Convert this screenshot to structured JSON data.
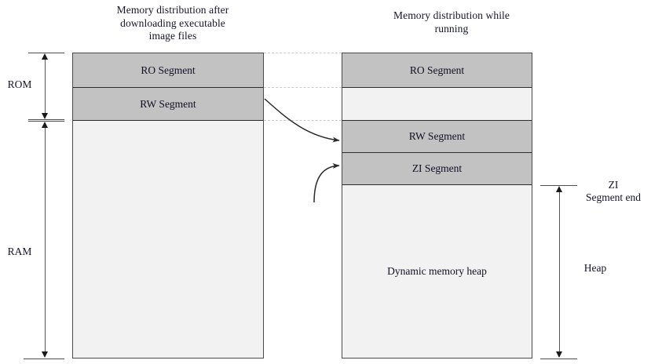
{
  "diagrams": {
    "left": {
      "title": "Memory distribution after downloading executable image files",
      "title_lines": [
        "Memory distribution after",
        "downloading executable",
        "image files"
      ],
      "segments": [
        {
          "label": "RO Segment",
          "fill": "filled"
        },
        {
          "label": "RW Segment",
          "fill": "filled"
        },
        {
          "label": "",
          "fill": "empty"
        }
      ]
    },
    "right": {
      "title": "Memory distribution while running",
      "title_lines": [
        "Memory distribution while",
        "running"
      ],
      "segments": [
        {
          "label": "RO Segment",
          "fill": "filled"
        },
        {
          "label": "",
          "fill": "empty"
        },
        {
          "label": "RW Segment",
          "fill": "filled"
        },
        {
          "label": "ZI Segment",
          "fill": "filled"
        },
        {
          "label": "Dynamic memory heap",
          "fill": "empty"
        }
      ]
    }
  },
  "brackets": {
    "rom": {
      "label": "ROM"
    },
    "ram": {
      "label": "RAM"
    },
    "zi_end": {
      "label_line1": "ZI",
      "label_line2": "Segment end"
    },
    "heap": {
      "label": "Heap"
    }
  },
  "colors": {
    "segment_fill": "#c2c2c2",
    "segment_empty": "#f2f2f2",
    "border": "#2b2b2b",
    "guide_dash": "#c9c9c9",
    "arrow": "#1a1a1a",
    "text": "#14142b"
  }
}
